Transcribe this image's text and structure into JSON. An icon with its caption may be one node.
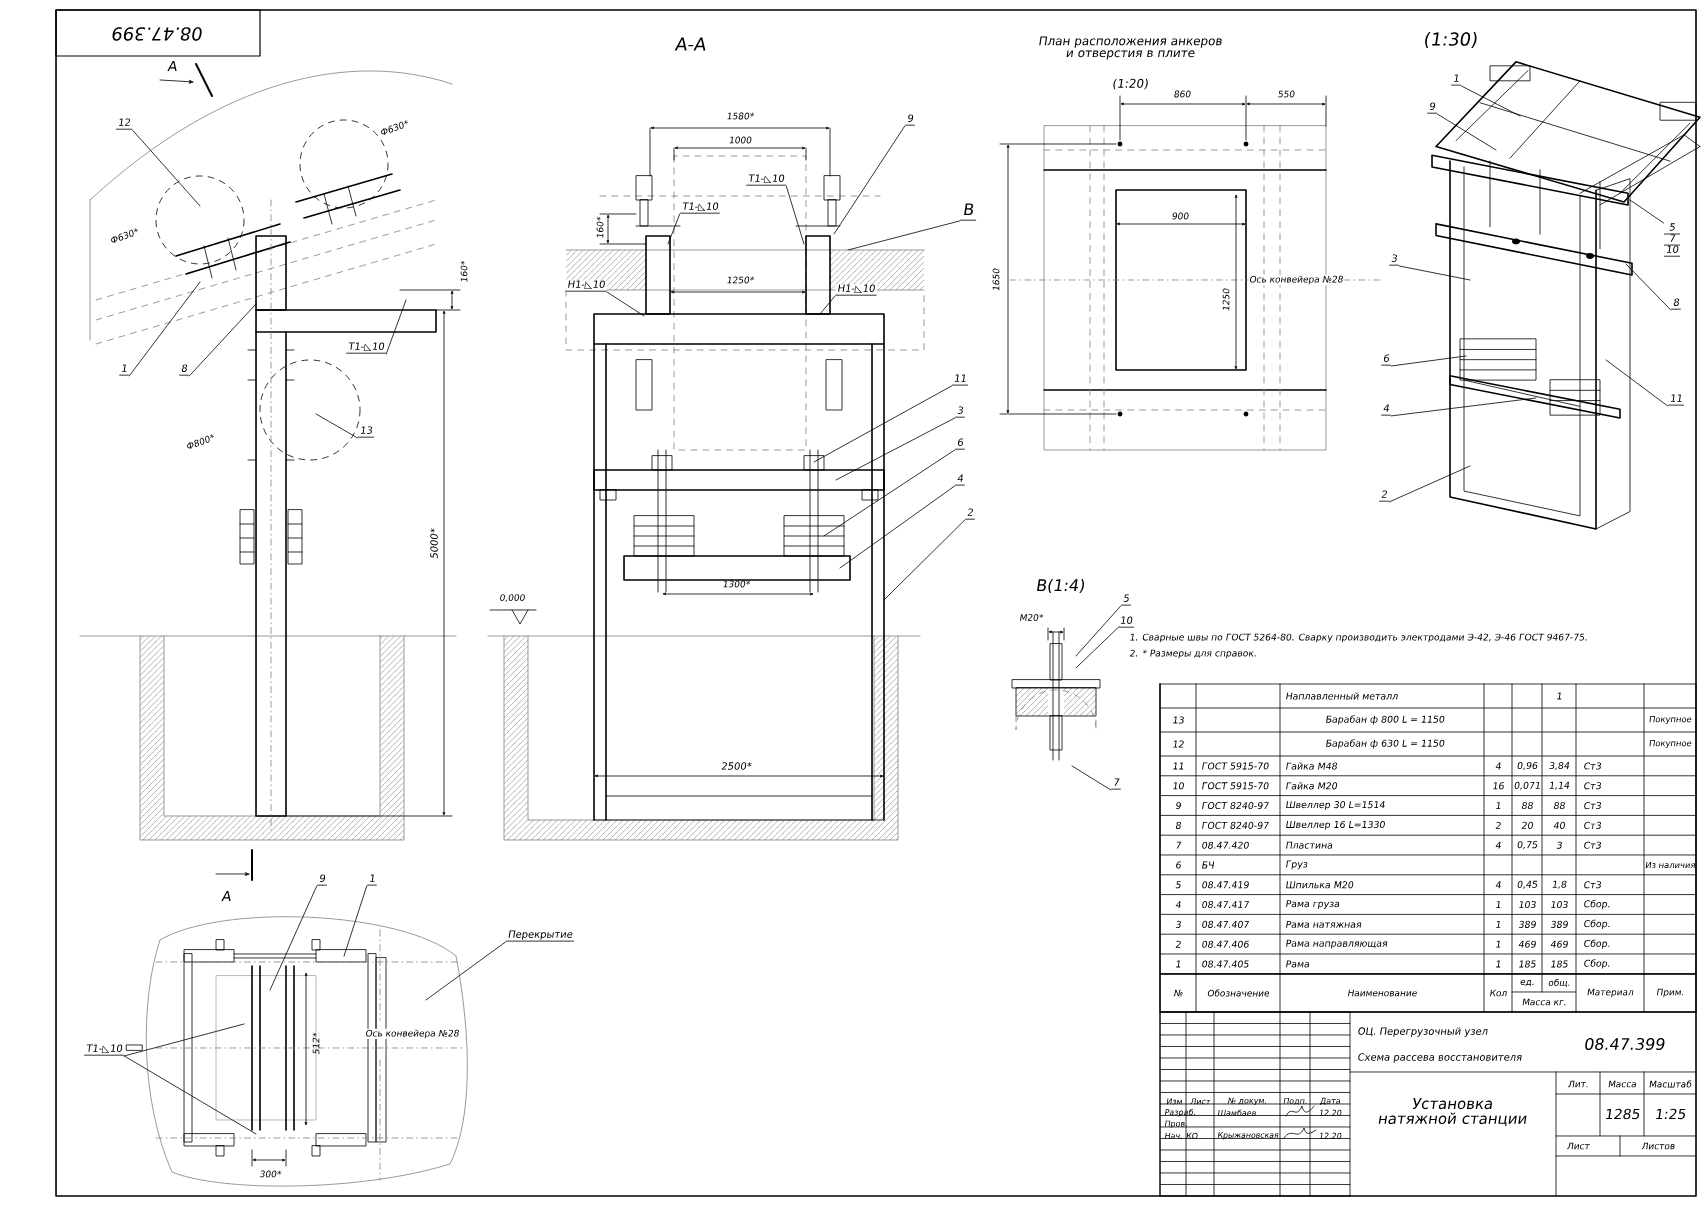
{
  "diagram": {
    "nodes": [
      {
        "text": [],
        "shape": "picture"
      },
      {
        "text": [
          "12"
        ],
        "in": 0
      },
      {
        "text": [
          "1"
        ],
        "in": 0
      },
      {
        "text": [
          "8"
        ],
        "in": 0
      },
      {
        "text": [
          "13"
        ],
        "in": 0
      },
      {
        "text": [
          "Т1-◺10"
        ],
        "in": 0
      },
      {
        "text": [],
        "shape": "picture"
      },
      {
        "text": [
          "9"
        ]
      },
      {
        "text": [
          "В"
        ]
      },
      {
        "text": [
          "Т1-◺10"
        ],
        "in": 6
      },
      {
        "text": [
          "Т1-◺10"
        ],
        "in": 6
      },
      {
        "text": [
          "Н1-◺10"
        ],
        "in": 6
      },
      {
        "text": [
          "Н1-◺10"
        ],
        "in": 6
      },
      {
        "text": [
          "11"
        ]
      },
      {
        "text": [
          "3"
        ]
      },
      {
        "text": [
          "6"
        ]
      },
      {
        "text": [
          "4"
        ]
      },
      {
        "text": [
          "2"
        ]
      },
      {
        "text": [],
        "shape": "picture"
      },
      {
        "text": [
          "1"
        ],
        "in": 18
      },
      {
        "text": [
          "9"
        ],
        "in": 18
      },
      {
        "text": [
          "3"
        ]
      },
      {
        "text": [
          "6"
        ]
      },
      {
        "text": [
          "4"
        ]
      },
      {
        "text": [
          "2"
        ]
      },
      {
        "text": [
          "5",
          "7",
          "10"
        ],
        "in": 18
      },
      {
        "text": [
          "8"
        ],
        "in": 18
      },
      {
        "text": [
          "11"
        ],
        "in": 18
      },
      {
        "text": [],
        "shape": "picture",
        "beside": [
          "М20*"
        ]
      },
      {
        "text": [
          "5"
        ]
      },
      {
        "text": [
          "10"
        ]
      },
      {
        "text": [
          "7"
        ]
      },
      {
        "text": [],
        "shape": "picture"
      },
      {
        "text": [
          "9"
        ]
      },
      {
        "text": [
          "1"
        ]
      },
      {
        "text": [
          "Перекрытие"
        ]
      },
      {
        "text": [
          "Т1-◺10"
        ]
      }
    ],
    "edges": [
      {
        "from": 1,
        "to": 0,
        "arrow": "none"
      },
      {
        "from": 2,
        "to": 0,
        "arrow": "none"
      },
      {
        "from": 3,
        "to": 0,
        "arrow": "none"
      },
      {
        "from": 4,
        "to": 0,
        "arrow": "none"
      },
      {
        "from": 5,
        "to": 0,
        "arrow": "none"
      },
      {
        "from": 7,
        "to": 6,
        "arrow": "none"
      },
      {
        "from": 8,
        "to": 6,
        "arrow": "none"
      },
      {
        "from": 9,
        "to": 6,
        "arrow": "none"
      },
      {
        "from": 10,
        "to": 6,
        "arrow": "none"
      },
      {
        "from": 11,
        "to": 6,
        "arrow": "none"
      },
      {
        "from": 12,
        "to": 6,
        "arrow": "none"
      },
      {
        "from": 13,
        "to": 6,
        "arrow": "none"
      },
      {
        "from": 14,
        "to": 6,
        "arrow": "none"
      },
      {
        "from": 15,
        "to": 6,
        "arrow": "none"
      },
      {
        "from": 16,
        "to": 6,
        "arrow": "none"
      },
      {
        "from": 17,
        "to": 6,
        "arrow": "none"
      },
      {
        "from": 19,
        "to": 18,
        "arrow": "none"
      },
      {
        "from": 20,
        "to": 18,
        "arrow": "none"
      },
      {
        "from": 21,
        "to": 18,
        "arrow": "none"
      },
      {
        "from": 22,
        "to": 18,
        "arrow": "none"
      },
      {
        "from": 23,
        "to": 18,
        "arrow": "none"
      },
      {
        "from": 24,
        "to": 18,
        "arrow": "none"
      },
      {
        "from": 25,
        "to": 18,
        "arrow": "none"
      },
      {
        "from": 26,
        "to": 18,
        "arrow": "none"
      },
      {
        "from": 27,
        "to": 18,
        "arrow": "none"
      },
      {
        "from": 29,
        "to": 28,
        "arrow": "none"
      },
      {
        "from": 30,
        "to": 28,
        "arrow": "none"
      },
      {
        "from": 31,
        "to": 28,
        "arrow": "none"
      },
      {
        "from": 33,
        "to": 32,
        "arrow": "none"
      },
      {
        "from": 34,
        "to": 32,
        "arrow": "none"
      },
      {
        "from": 35,
        "to": 32,
        "arrow": "none"
      },
      {
        "from": 36,
        "to": 32,
        "arrow": "none"
      },
      {
        "from": 36,
        "to": 32,
        "arrow": "none"
      }
    ],
    "labels": [
      "08.47.399",
      "А",
      "Ф630*",
      "Ф630*",
      "160*",
      "Ф800*",
      "5000*",
      "А",
      "А-А",
      "1580*",
      "1000",
      "160*",
      "1250*",
      "1300*",
      "0,000",
      "2500*",
      "План расположения анкеров и отверстия в плите",
      "(1:20)",
      "860",
      "550",
      "1650",
      "900",
      "1250",
      "Ось конвейера №28",
      "(1:30)",
      "В(1:4)",
      "1. Сварные швы по ГОСТ 5264-80. Сварку производить электродами Э-42, Э-46 ГОСТ 9467-75.",
      "2. * Размеры для справок.",
      "512*",
      "300*",
      "Ось конвейера №28",
      "Наплавленный металл",
      "1",
      "13",
      "Барабан ф 800 L = 1150",
      "Покупное",
      "12",
      "Барабан ф 630 L = 1150",
      "Покупное",
      "11",
      "ГОСТ 5915-70",
      "Гайка М48",
      "4",
      "0,96",
      "3,84",
      "Ст3",
      "10",
      "ГОСТ 5915-70",
      "Гайка М20",
      "16",
      "0,071",
      "1,14",
      "Ст3",
      "9",
      "ГОСТ 8240-97",
      "Швеллер 30 L=1514",
      "1",
      "88",
      "88",
      "Ст3",
      "8",
      "ГОСТ 8240-97",
      "Швеллер 16 L=1330",
      "2",
      "20",
      "40",
      "Ст3",
      "7",
      "08.47.420",
      "Пластина",
      "4",
      "0,75",
      "3",
      "Ст3",
      "6",
      "БЧ",
      "Груз",
      "Из наличия",
      "5",
      "08.47.419",
      "Шпилька М20",
      "4",
      "0,45",
      "1,8",
      "Ст3",
      "4",
      "08.47.417",
      "Рама груза",
      "1",
      "103",
      "103",
      "Сбор.",
      "3",
      "08.47.407",
      "Рама натяжная",
      "1",
      "389",
      "389",
      "Сбор.",
      "2",
      "08.47.406",
      "Рама направляющая",
      "1",
      "469",
      "469",
      "Сбор.",
      "1",
      "08.47.405",
      "Рама",
      "1",
      "185",
      "185",
      "Сбор.",
      "№",
      "Обозначение",
      "Наименование",
      "Кол",
      "ед.",
      "общ.",
      "Масса кг.",
      "Материал",
      "Прим.",
      "ОЦ. Перегрузочный узел",
      "Схема рассева восстановителя",
      "08.47.399",
      "Изм",
      "Лист",
      "№ докум.",
      "Подп.",
      "Дата",
      "Разраб.",
      "Шамбаев",
      "12.20",
      "Пров.",
      "Нач. КО",
      "Крыжановская",
      "12.20",
      "Установка натяжной станции",
      "Лит.",
      "Масса",
      "Масштаб",
      "1285",
      "1:25",
      "Лист",
      "Листов"
    ]
  }
}
